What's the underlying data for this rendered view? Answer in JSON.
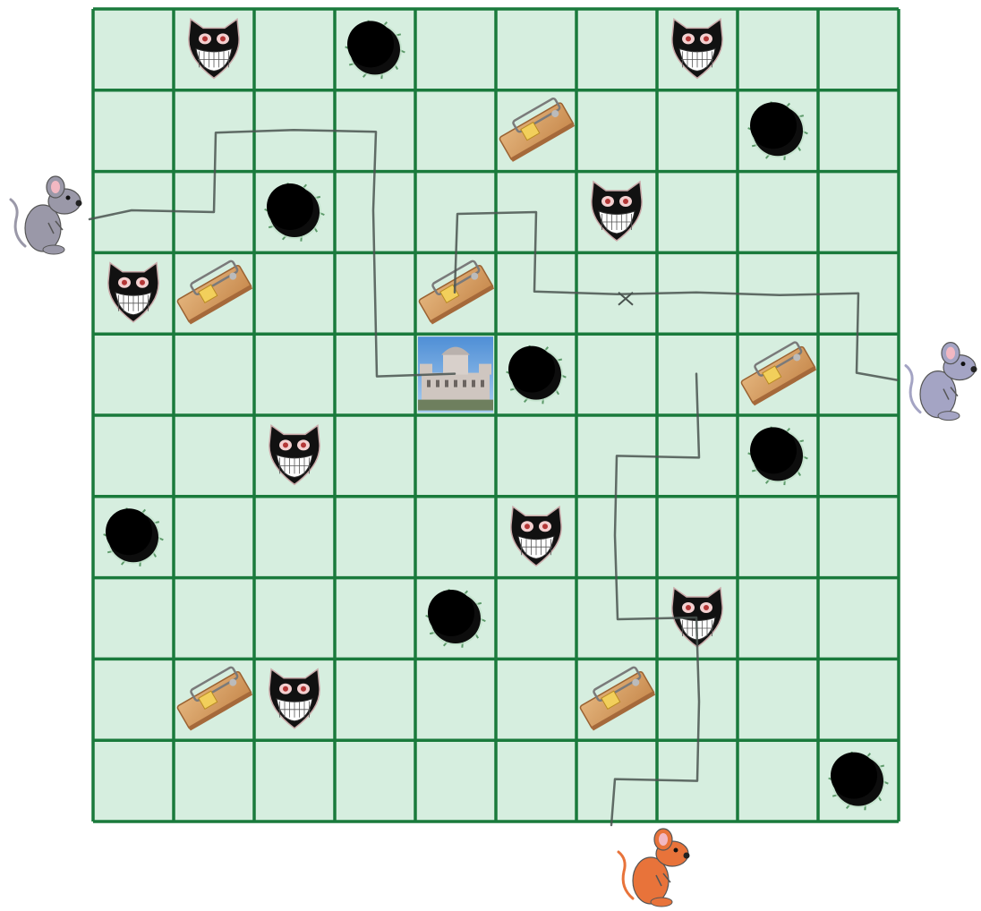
{
  "board": {
    "rows": 10,
    "cols": 10,
    "cell_color": "#d6eedf",
    "line_color": "#1a7a3c",
    "pencil_color": "#4a5450",
    "pieces": [
      {
        "type": "cat",
        "row": 0,
        "col": 1
      },
      {
        "type": "hole",
        "row": 0,
        "col": 3
      },
      {
        "type": "cat",
        "row": 0,
        "col": 7
      },
      {
        "type": "trap",
        "row": 1,
        "col": 5
      },
      {
        "type": "hole",
        "row": 1,
        "col": 8
      },
      {
        "type": "hole",
        "row": 2,
        "col": 2
      },
      {
        "type": "cat",
        "row": 2,
        "col": 6
      },
      {
        "type": "cat",
        "row": 3,
        "col": 0
      },
      {
        "type": "trap",
        "row": 3,
        "col": 1
      },
      {
        "type": "trap",
        "row": 3,
        "col": 4
      },
      {
        "type": "castle",
        "row": 4,
        "col": 4
      },
      {
        "type": "hole",
        "row": 4,
        "col": 5
      },
      {
        "type": "trap",
        "row": 4,
        "col": 8
      },
      {
        "type": "cat",
        "row": 5,
        "col": 2
      },
      {
        "type": "hole",
        "row": 5,
        "col": 8
      },
      {
        "type": "hole",
        "row": 6,
        "col": 0
      },
      {
        "type": "cat",
        "row": 6,
        "col": 5
      },
      {
        "type": "hole",
        "row": 7,
        "col": 4
      },
      {
        "type": "cat",
        "row": 7,
        "col": 7
      },
      {
        "type": "trap",
        "row": 8,
        "col": 1
      },
      {
        "type": "cat",
        "row": 8,
        "col": 2
      },
      {
        "type": "trap",
        "row": 8,
        "col": 6
      },
      {
        "type": "hole",
        "row": 9,
        "col": 9
      }
    ],
    "mice": [
      {
        "id": "left",
        "side": "left",
        "row": 2,
        "color": "#9a98a8"
      },
      {
        "id": "right",
        "side": "right",
        "row": 4,
        "color": "#a4a4c4"
      },
      {
        "id": "bottom",
        "side": "bottom",
        "col": 6,
        "color": "#e8733a"
      }
    ],
    "pencil_paths": [
      {
        "mouse": "left",
        "cells": [
          [
            2,
            0
          ],
          [
            2,
            1
          ],
          [
            1,
            1
          ],
          [
            1,
            2
          ],
          [
            1,
            3
          ],
          [
            2,
            3
          ],
          [
            3,
            3
          ],
          [
            4,
            3
          ],
          [
            4,
            4
          ]
        ]
      },
      {
        "mouse": "right",
        "cells": [
          [
            4,
            9
          ],
          [
            3,
            9
          ],
          [
            3,
            8
          ],
          [
            3,
            7
          ],
          [
            3,
            6
          ],
          [
            3,
            5
          ],
          [
            2,
            5
          ],
          [
            2,
            4
          ],
          [
            3,
            4
          ]
        ]
      },
      {
        "mouse": "bottom",
        "cells": [
          [
            9,
            6
          ],
          [
            9,
            7
          ],
          [
            8,
            7
          ],
          [
            7,
            7
          ],
          [
            7,
            6
          ],
          [
            6,
            6
          ],
          [
            5,
            6
          ],
          [
            5,
            7
          ],
          [
            4,
            7
          ]
        ]
      }
    ],
    "crosses": [
      [
        3,
        6
      ]
    ]
  }
}
